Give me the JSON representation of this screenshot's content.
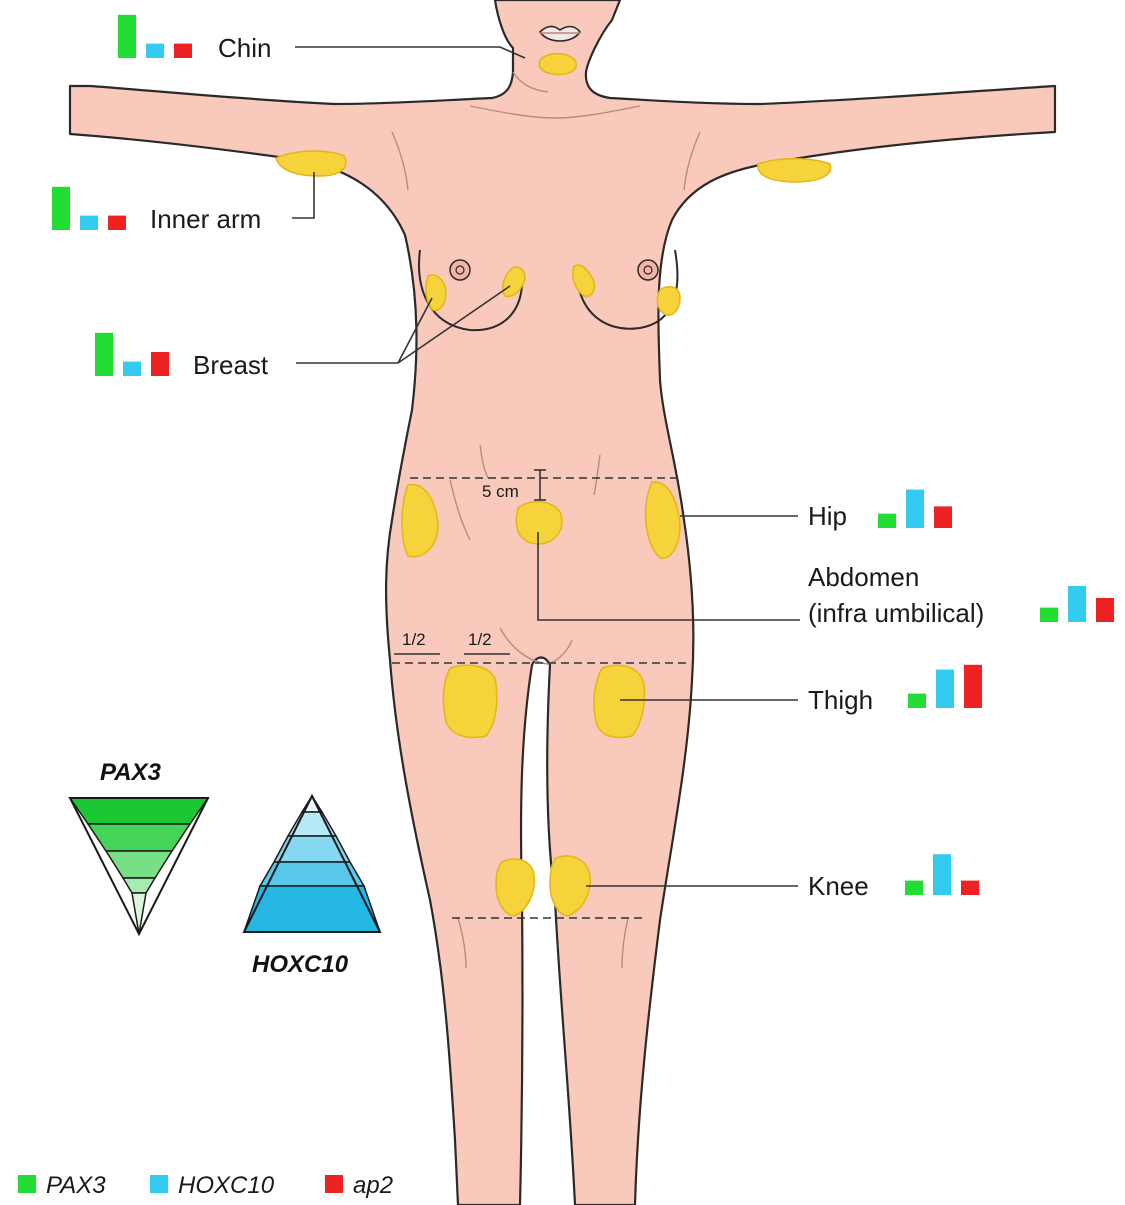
{
  "sites": [
    {
      "id": "chin",
      "label": "Chin",
      "pax3": 0.9,
      "hoxc10": 0.3,
      "ap2": 0.3
    },
    {
      "id": "inner-arm",
      "label": "Inner arm",
      "pax3": 0.9,
      "hoxc10": 0.3,
      "ap2": 0.3
    },
    {
      "id": "breast",
      "label": "Breast",
      "pax3": 0.9,
      "hoxc10": 0.3,
      "ap2": 0.5
    },
    {
      "id": "hip",
      "label": "Hip",
      "pax3": 0.3,
      "hoxc10": 0.8,
      "ap2": 0.45
    },
    {
      "id": "abdomen",
      "label_line1": "Abdomen",
      "label_line2": "(infra umbilical)",
      "pax3": 0.3,
      "hoxc10": 0.75,
      "ap2": 0.5
    },
    {
      "id": "thigh",
      "label": "Thigh",
      "pax3": 0.3,
      "hoxc10": 0.8,
      "ap2": 0.9
    },
    {
      "id": "knee",
      "label": "Knee",
      "pax3": 0.3,
      "hoxc10": 0.85,
      "ap2": 0.3
    }
  ],
  "measurements": {
    "umbilical_offset": "5 cm",
    "half_left": "1/2",
    "half_right": "1/2"
  },
  "gradients": {
    "pax3_title": "PAX3",
    "hoxc10_title": "HOXC10"
  },
  "legend": [
    {
      "name": "PAX3",
      "color": "#22dd33"
    },
    {
      "name": "HOXC10",
      "color": "#33ccf0"
    },
    {
      "name": "ap2",
      "color": "#ee2222"
    }
  ],
  "colors": {
    "skin": "#f9c9bb",
    "fat": "#f6d33a",
    "pax3": "#22dd33",
    "hoxc10": "#33ccf0",
    "ap2": "#ee2222"
  }
}
